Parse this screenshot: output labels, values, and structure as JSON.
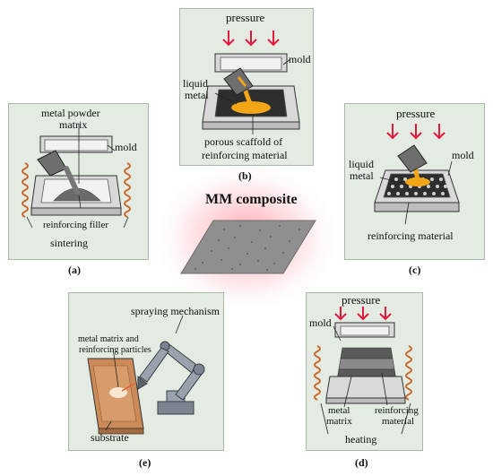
{
  "center": {
    "title": "MM composite"
  },
  "panels": {
    "a": {
      "caption": "(a)",
      "metal_powder": "metal powder",
      "matrix": "matrix",
      "mold": "mold",
      "reinforcing_filler": "reinforcing filler",
      "sintering": "sintering"
    },
    "b": {
      "caption": "(b)",
      "pressure": "pressure",
      "liquid": "liquid",
      "metal": "metal",
      "mold": "mold",
      "porous_scaffold": "porous scaffold of",
      "reinforcing_material": "reinforcing material"
    },
    "c": {
      "caption": "(c)",
      "pressure": "pressure",
      "liquid": "liquid",
      "metal": "metal",
      "mold": "mold",
      "reinforcing_material": "reinforcing material"
    },
    "e": {
      "caption": "(e)",
      "spraying": "spraying mechanism",
      "metal_matrix_and": "metal matrix and",
      "reinforcing_particles": "reinforcing particles",
      "substrate": "substrate"
    },
    "d": {
      "caption": "(d)",
      "pressure": "pressure",
      "mold": "mold",
      "metal": "metal",
      "matrix": "matrix",
      "reinforcing": "reinforcing",
      "material": "material",
      "heating": "heating"
    }
  },
  "colors": {
    "panel_bg": "#e3ebe3",
    "arrow": "#e8173c",
    "liquid_metal": "#f2a516",
    "coil": "#c96a2a",
    "composite": "#8e8e8e"
  }
}
